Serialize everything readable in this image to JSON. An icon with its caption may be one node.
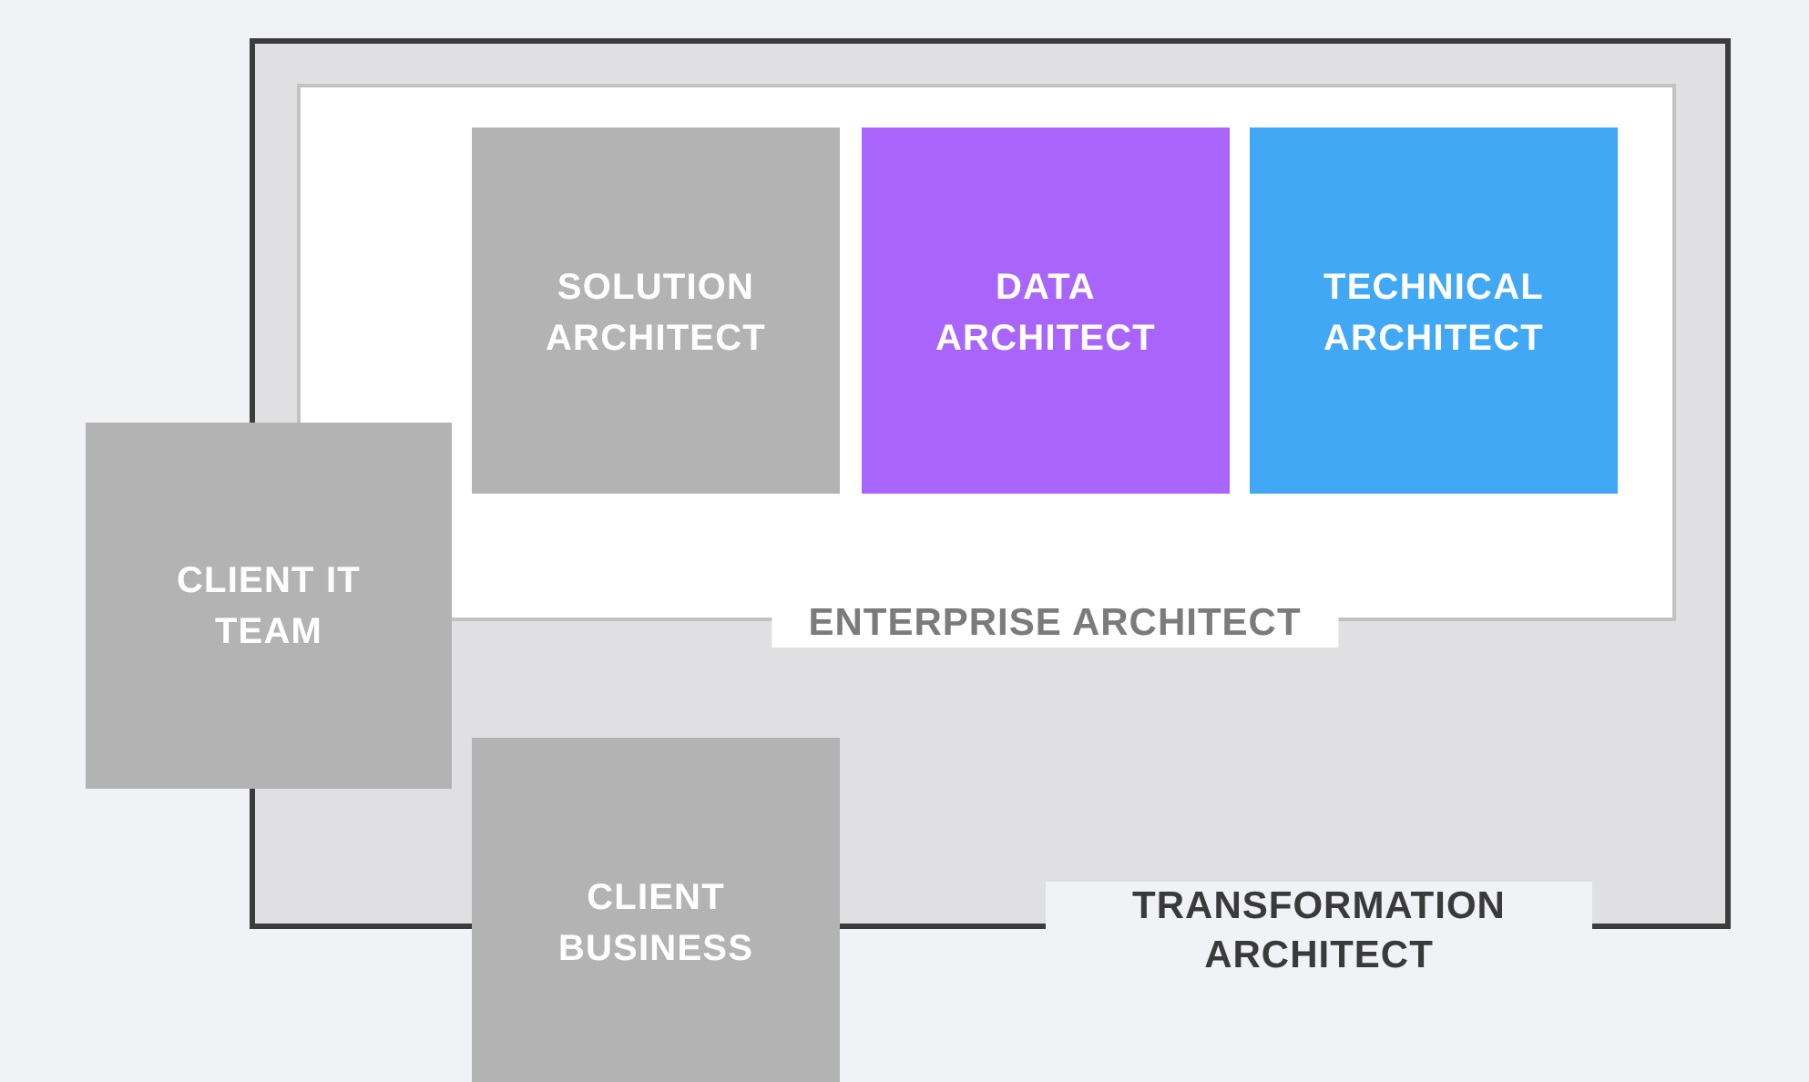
{
  "diagram": {
    "nodes": [
      {
        "text": [
          "TRANSFORMATION ARCHITECT"
        ]
      },
      {
        "text": [
          "ENTERPRISE ARCHITECT"
        ],
        "in": 0
      },
      {
        "text": [
          "SOLUTION ARCHITECT"
        ],
        "in": 1
      },
      {
        "text": [
          "DATA ARCHITECT"
        ],
        "in": 1
      },
      {
        "text": [
          "TECHNICAL ARCHITECT"
        ],
        "in": 1
      },
      {
        "text": [
          "CLIENT IT TEAM"
        ]
      },
      {
        "text": [
          "CLIENT BUSINESS"
        ]
      }
    ]
  }
}
